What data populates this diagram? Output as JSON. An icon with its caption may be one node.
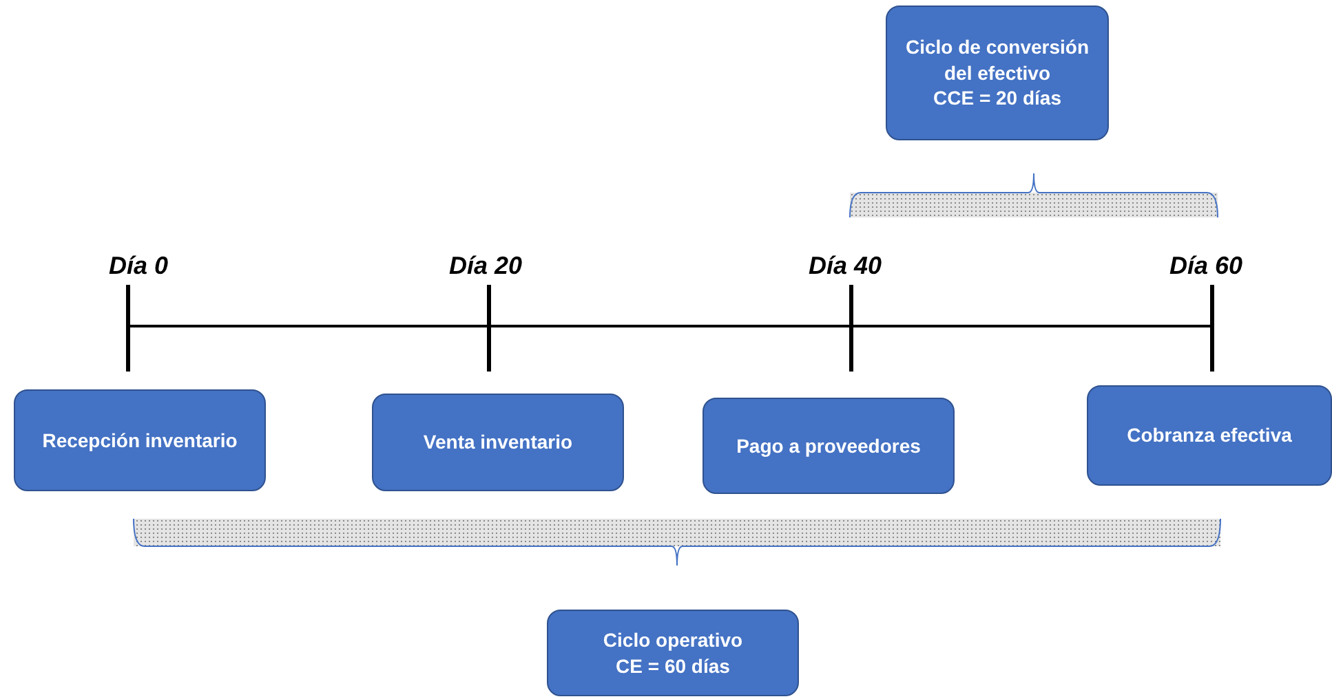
{
  "diagram": {
    "nodes": [
      {
        "text": [
          "Ciclo de conversión del efectivo",
          "CCE = 20 días"
        ]
      },
      {
        "text": [
          "Recepción inventario"
        ]
      },
      {
        "text": [
          "Venta inventario"
        ]
      },
      {
        "text": [
          "Pago a proveedores"
        ]
      },
      {
        "text": [
          "Cobranza efectiva"
        ]
      },
      {
        "text": [
          "Ciclo operativo",
          "CE = 60 días"
        ]
      }
    ],
    "edges": [],
    "labels": [
      "Día 0",
      "Día 20",
      "Día 40",
      "Día 60"
    ]
  }
}
